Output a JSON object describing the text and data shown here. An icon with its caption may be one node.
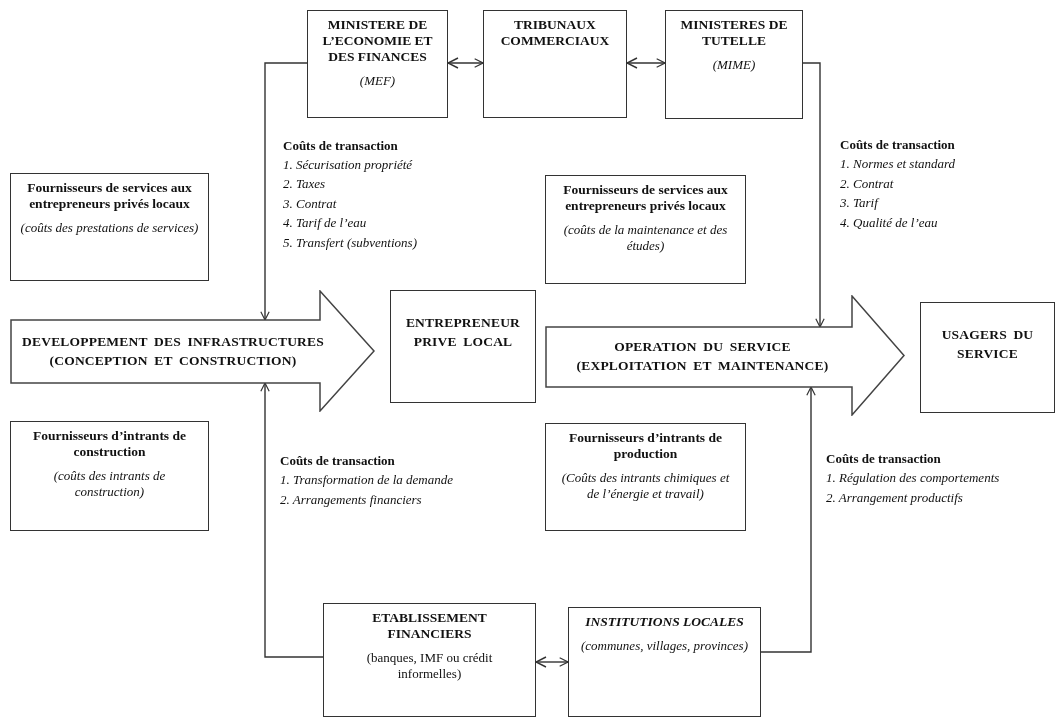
{
  "diagram": {
    "nodes": [
      {
        "text": [
          "MINISTERE DE L’ECONOMIE ET DES FINANCES",
          "(MEF)"
        ]
      },
      {
        "text": [
          "TRIBUNAUX COMMERCIAUX"
        ]
      },
      {
        "text": [
          "MINISTERES DE TUTELLE",
          "(MIME)"
        ]
      },
      {
        "text": [
          "Fournisseurs de services aux entrepreneurs privés locaux",
          "(coûts des prestations de services)"
        ]
      },
      {
        "text": [
          "Fournisseurs de services aux entrepreneurs privés locaux",
          "(coûts de la maintenance et des études)"
        ]
      },
      {
        "text": [
          "DEVELOPPEMENT DES INFRASTRUCTURES (CONCEPTION ET CONSTRUCTION)"
        ]
      },
      {
        "text": [
          "ENTREPRENEUR PRIVE LOCAL"
        ]
      },
      {
        "text": [
          "OPERATION DU SERVICE (EXPLOITATION ET MAINTENANCE)"
        ]
      },
      {
        "text": [
          "USAGERS DU SERVICE"
        ]
      },
      {
        "text": [
          "Fournisseurs d’intrants de construction",
          "(coûts des intrants de construction)"
        ]
      },
      {
        "text": [
          "Fournisseurs d’intrants de production",
          "(Coûts des intrants chimiques et de l’énergie et travail)"
        ]
      },
      {
        "text": [
          "ETABLISSEMENT FINANCIERS",
          "(banques, IMF ou crédit informelles)"
        ]
      },
      {
        "text": [
          "INSTITUTIONS LOCALES",
          "(communes, villages, provinces)"
        ]
      }
    ],
    "edges": [
      {
        "from": 0,
        "to": 1,
        "arrow": "both"
      },
      {
        "from": 1,
        "to": 2,
        "arrow": "both"
      },
      {
        "from": 0,
        "to": 5,
        "arrow": "to"
      },
      {
        "from": 2,
        "to": 7,
        "arrow": "to"
      },
      {
        "from": 11,
        "to": 5,
        "arrow": "to"
      },
      {
        "from": 12,
        "to": 7,
        "arrow": "to"
      },
      {
        "from": 11,
        "to": 12,
        "arrow": "both"
      }
    ],
    "labels": [
      "Coûts de transaction",
      "1. Sécurisation propriété",
      "2. Taxes",
      "3. Contrat",
      "4. Tarif de l’eau",
      "5. Transfert (subventions)",
      "Coûts de transaction",
      "1. Normes et standard",
      "2. Contrat",
      "3. Tarif",
      "4. Qualité de l’eau",
      "Coûts de transaction",
      "1. Transformation de la demande",
      "2. Arrangements financiers",
      "Coûts de transaction",
      "1. Régulation des comportements",
      "2. Arrangement productifs"
    ]
  }
}
